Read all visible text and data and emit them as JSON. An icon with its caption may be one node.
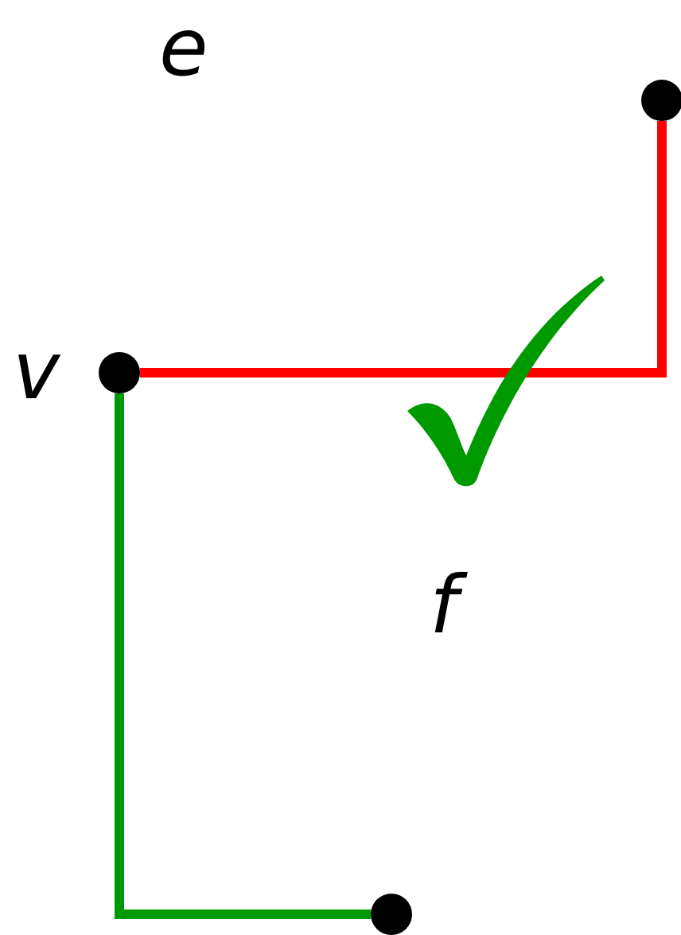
{
  "diagram": {
    "nodes": [
      {
        "text": [],
        "shape": "circle",
        "beside": [
          "v"
        ]
      },
      {
        "text": [],
        "shape": "circle"
      },
      {
        "text": [],
        "shape": "circle"
      }
    ],
    "edges": [
      {
        "from": 0,
        "to": 1,
        "arrow": "none",
        "color": "#ff0000"
      },
      {
        "from": 0,
        "to": 2,
        "arrow": "none",
        "color": "#009900"
      }
    ],
    "labels": [
      "e",
      "f"
    ]
  }
}
